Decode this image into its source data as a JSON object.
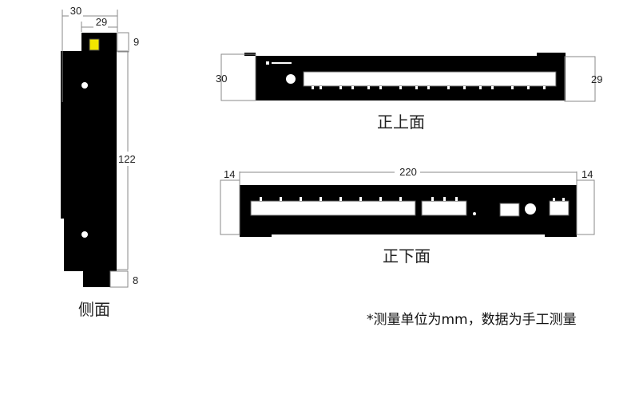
{
  "side_view": {
    "caption": "侧面",
    "dims": {
      "outer_width": "30",
      "inner_width": "29",
      "top_height": "9",
      "height": "122",
      "bottom_height": "8"
    }
  },
  "top_view": {
    "caption": "正上面",
    "dims": {
      "left": "30",
      "right": "29"
    }
  },
  "bottom_view": {
    "caption": "正下面",
    "dims": {
      "left": "14",
      "length": "220",
      "right": "14"
    }
  },
  "footnote": "*测量单位为mm，数据为手工测量",
  "colors": {
    "body": "#000000",
    "ink": "#222222",
    "terminal": "#f2e600",
    "background": "#ffffff"
  }
}
